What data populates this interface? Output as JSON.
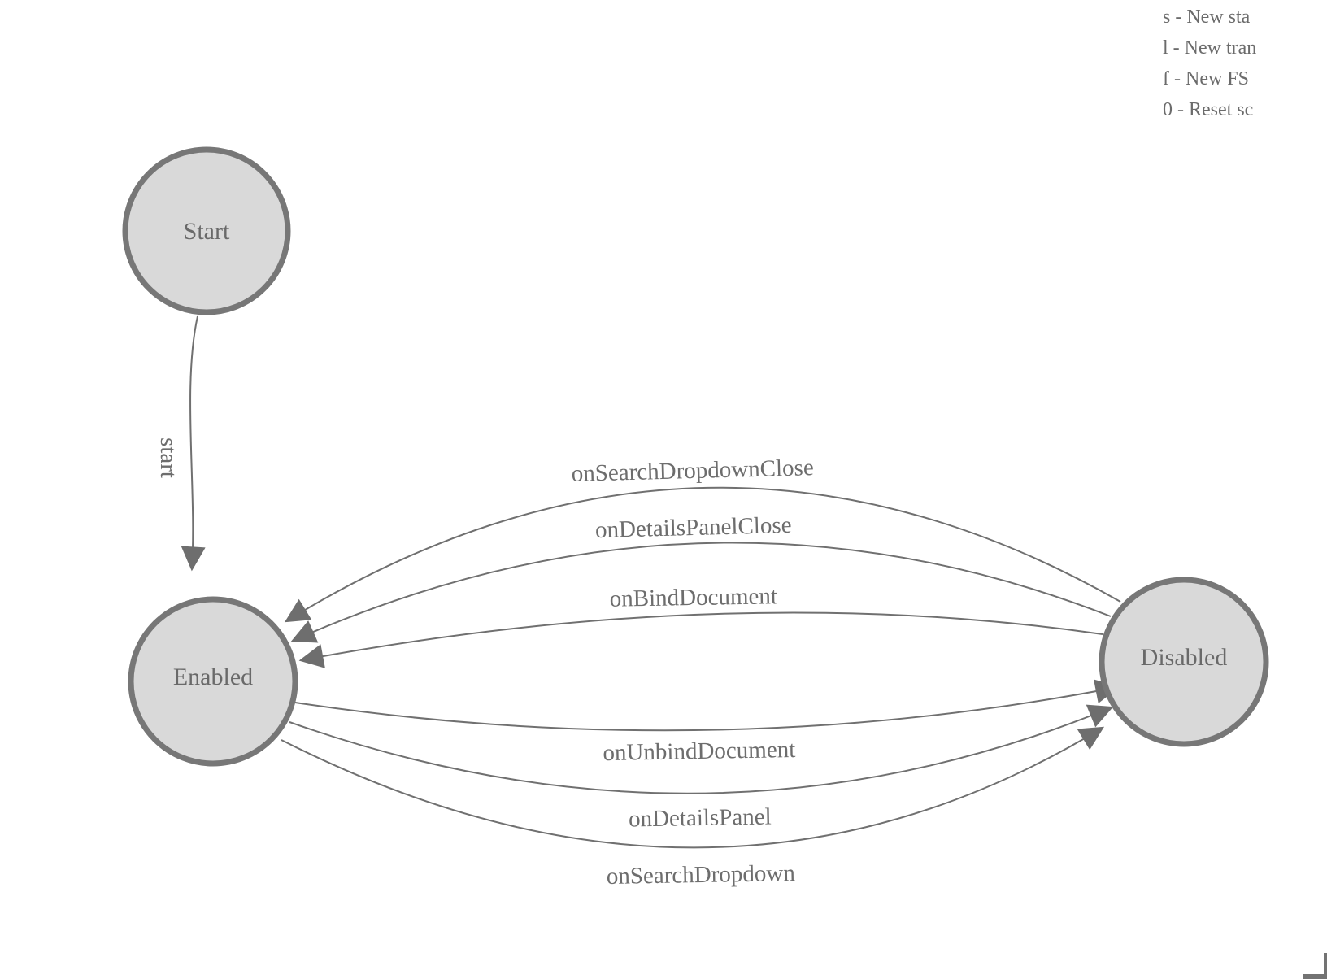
{
  "legend": {
    "items": [
      "s - New sta",
      "l - New tran",
      "f - New FS",
      "0 - Reset sc"
    ]
  },
  "diagram": {
    "states": [
      {
        "label": "Start"
      },
      {
        "label": "Enabled"
      },
      {
        "label": "Disabled"
      }
    ],
    "transitions": [
      {
        "label": "start",
        "from": "Start",
        "to": "Enabled"
      },
      {
        "label": "onSearchDropdownClose",
        "from": "Disabled",
        "to": "Enabled"
      },
      {
        "label": "onDetailsPanelClose",
        "from": "Disabled",
        "to": "Enabled"
      },
      {
        "label": "onBindDocument",
        "from": "Disabled",
        "to": "Enabled"
      },
      {
        "label": "onUnbindDocument",
        "from": "Enabled",
        "to": "Disabled"
      },
      {
        "label": "onDetailsPanel",
        "from": "Enabled",
        "to": "Disabled"
      },
      {
        "label": "onSearchDropdown",
        "from": "Enabled",
        "to": "Disabled"
      }
    ]
  },
  "colors": {
    "state_fill": "#d9d9d9",
    "state_border": "#777777",
    "edge": "#707070",
    "text": "#6a6a6a",
    "legend_text": "#6b6b6b",
    "corner": "#737373"
  }
}
